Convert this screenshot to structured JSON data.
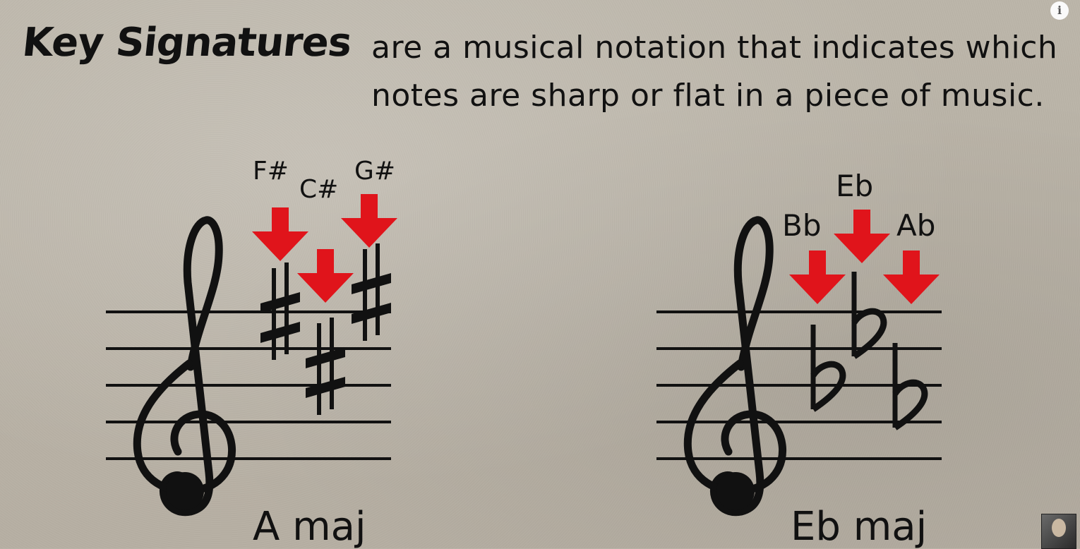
{
  "heading": {
    "title": "Key Signatures",
    "line1": "are a musical notation that indicates which",
    "line2": "notes are sharp or flat in a piece of music."
  },
  "examples": [
    {
      "key": "A maj",
      "accidental_type": "sharp",
      "accidentals": [
        "F#",
        "C#",
        "G#"
      ]
    },
    {
      "key": "Eb maj",
      "accidental_type": "flat",
      "accidentals": [
        "Bb",
        "Eb",
        "Ab"
      ]
    }
  ],
  "colors": {
    "arrow": "#e0141b",
    "ink": "#111111",
    "background": "#bab4a8"
  },
  "icons": {
    "info": "info-icon",
    "channel": "channel-avatar"
  },
  "info_glyph": "i"
}
